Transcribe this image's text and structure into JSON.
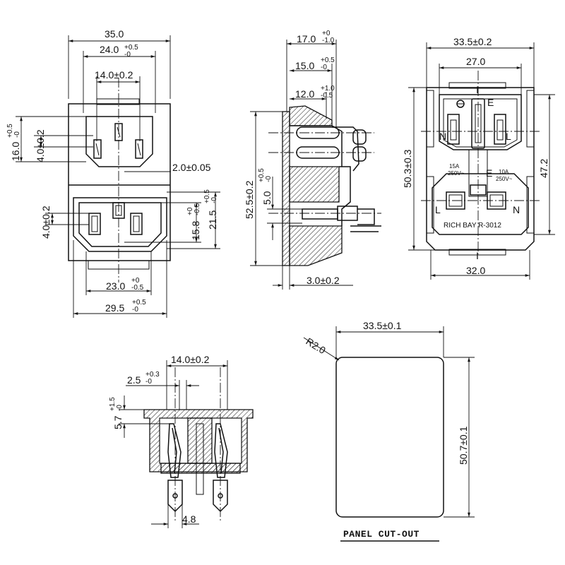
{
  "front_view": {
    "dim_width_total": "35.0",
    "dim_inlet_width_main": "24.0",
    "dim_inlet_width_tol_top": "+0.5",
    "dim_inlet_width_tol_bot": "-0",
    "dim_pin_spacing": "14.0±0.2",
    "dim_left_height_main": "16.0",
    "dim_left_height_tol_top": "+0.5",
    "dim_left_height_tol_bot": "-0",
    "dim_left_pin": "4.0±0.2",
    "dim_pin_thickness": "2.0±0.05",
    "dim_lower_pin": "4.0±0.2",
    "dim_lower_h1_main": "15.8",
    "dim_lower_h1_tol_top": "+0",
    "dim_lower_h1_tol_bot": "-0.5",
    "dim_lower_h2_main": "21.5",
    "dim_lower_h2_tol_top": "+0.5",
    "dim_lower_h2_tol_bot": "-0",
    "dim_lower_w1_main": "23.0",
    "dim_lower_w1_tol_top": "+0",
    "dim_lower_w1_tol_bot": "-0.5",
    "dim_lower_w2_main": "29.5",
    "dim_lower_w2_tol_top": "+0.5",
    "dim_lower_w2_tol_bot": "-0"
  },
  "side_view": {
    "dim_depth1_main": "17.0",
    "dim_depth1_tol_top": "+0",
    "dim_depth1_tol_bot": "-1.0",
    "dim_depth2_main": "15.0",
    "dim_depth2_tol_top": "+0.5",
    "dim_depth2_tol_bot": "-0",
    "dim_depth3_main": "12.0",
    "dim_depth3_tol_top": "+1.0",
    "dim_depth3_tol_bot": "-0.5",
    "dim_height": "52.5±0.2",
    "dim_small_main": "5.0",
    "dim_small_tol_top": "+0.5",
    "dim_small_tol_bot": "-0",
    "dim_flange": "3.0±0.2"
  },
  "rear_view": {
    "dim_top_width": "33.5±0.2",
    "dim_inner_width": "27.0",
    "dim_height_total": "50.3±0.3",
    "dim_height_right": "47.2",
    "dim_bottom_width": "32.0",
    "label_e_top": "E",
    "label_n_top": "N",
    "label_l_top": "L",
    "label_e_bot": "E",
    "label_15a": "15A",
    "label_250v_left": "250V~",
    "label_10a": "10A",
    "label_250v_right": "250V~",
    "label_l_bot": "L",
    "label_n_bot": "N",
    "brand": "RICH BAY R-3012",
    "center_mark_top": "I",
    "center_mark_bot": "I"
  },
  "section_view": {
    "dim_pin_spacing": "14.0±0.2",
    "dim_offset_main": "2.5",
    "dim_offset_tol_top": "+0.3",
    "dim_offset_tol_bot": "-0",
    "dim_height_main": "5.7",
    "dim_height_tol_top": "+1.5",
    "dim_height_tol_bot": "-0",
    "dim_terminal": "4.8"
  },
  "panel_cutout": {
    "dim_width": "33.5±0.1",
    "dim_height": "50.7±0.1",
    "dim_radius": "R2.0",
    "caption": "PANEL CUT-OUT"
  }
}
